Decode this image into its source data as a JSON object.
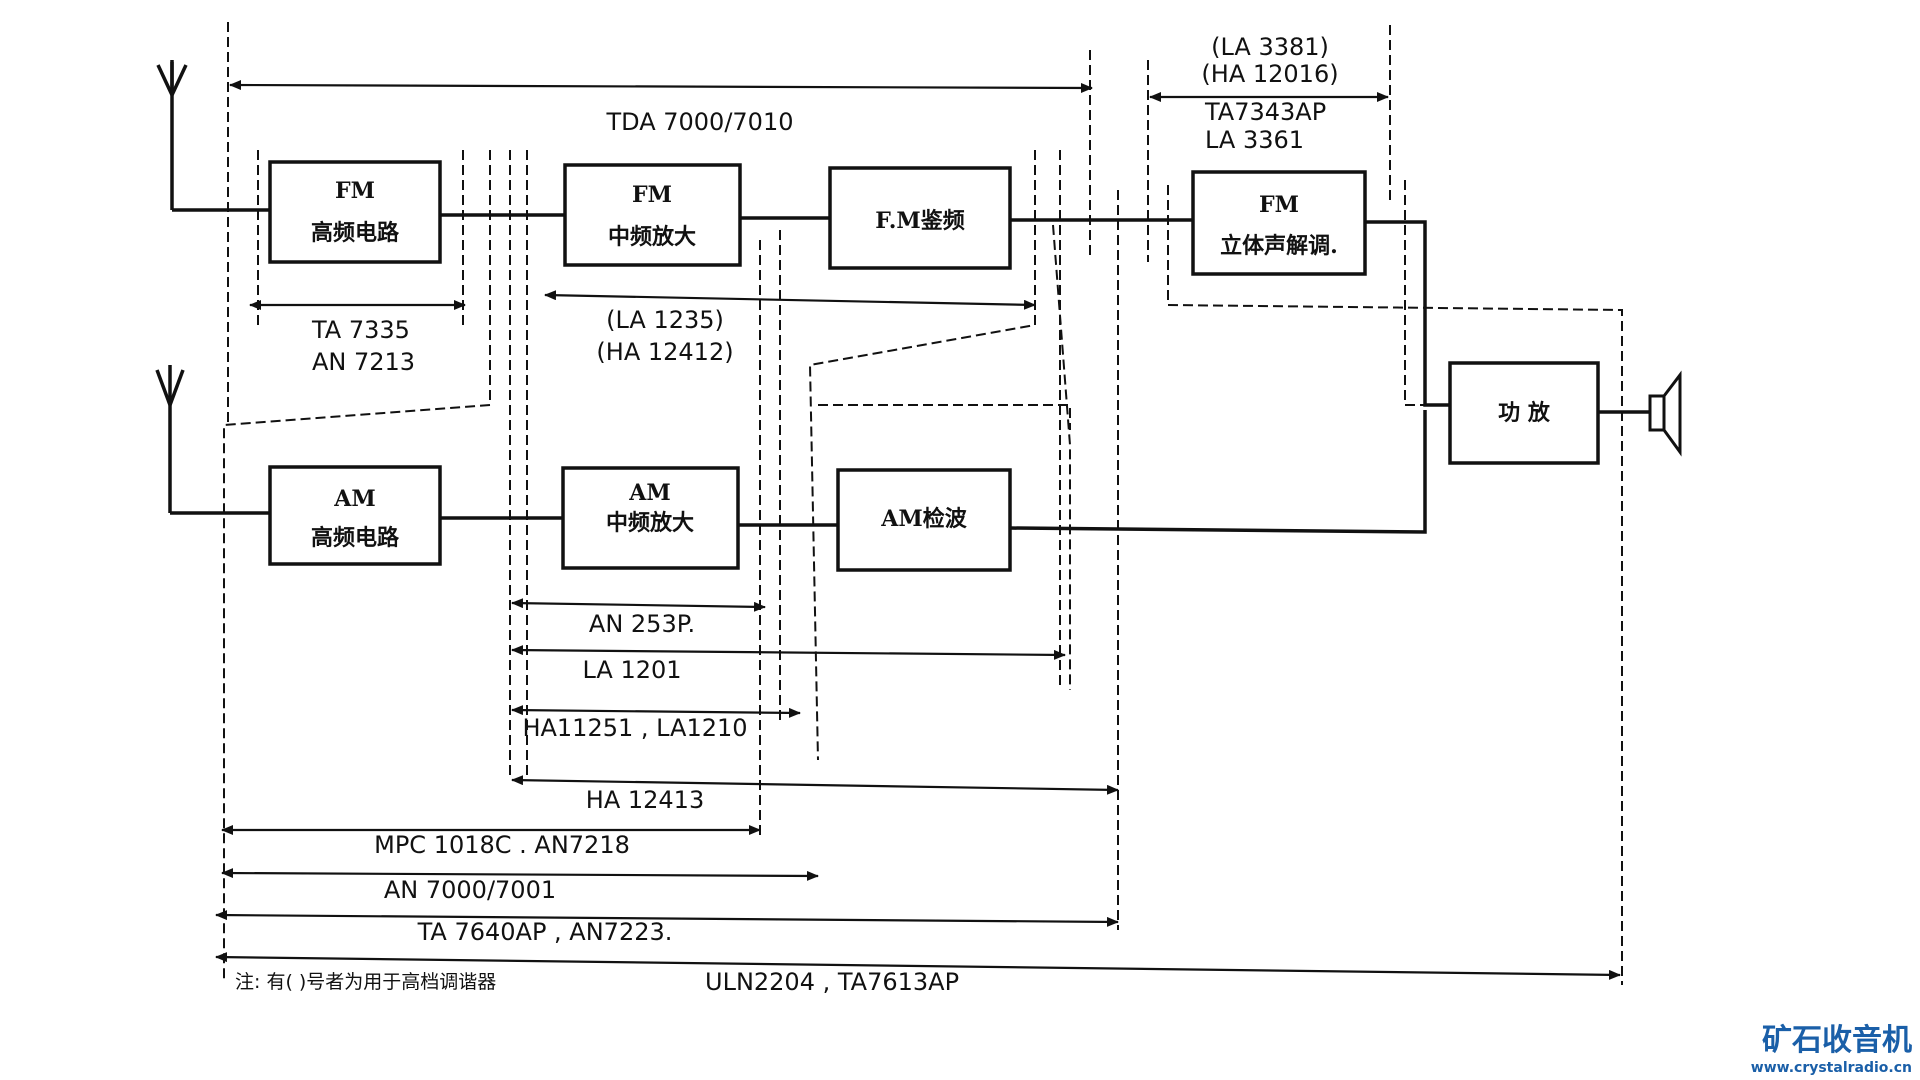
{
  "blocks": {
    "fm_rf": [
      "FM",
      "高频电路"
    ],
    "fm_if": [
      "FM",
      "中频放大"
    ],
    "fm_det": [
      "F.M鉴频"
    ],
    "fm_stereo": [
      "FM",
      "立体声解调."
    ],
    "am_rf": [
      "AM",
      "高频电路"
    ],
    "am_if": [
      "AM",
      "中频放大"
    ],
    "am_det": [
      "AM检波"
    ],
    "amp": [
      "功  放"
    ]
  },
  "chips": {
    "tda": "TDA 7000/7010",
    "la3381": "(LA 3381)",
    "ha12016": "(HA 12016)",
    "ta7343": "TA7343AP",
    "la3361": "LA 3361",
    "ta7335": "TA 7335",
    "an7213": "AN 7213",
    "la1235": "(LA 1235)",
    "ha12412": "(HA 12412)",
    "an253p": "AN 253P.",
    "la1201": "LA 1201",
    "ha11251": "HA11251 , LA1210",
    "ha12413": "HA 12413",
    "mpc1018c": "MPC  1018C . AN7218",
    "an7000": "AN 7000/7001",
    "ta7640": "TA 7640AP , AN7223.",
    "uln2204": "ULN2204 , TA7613AP"
  },
  "note": "注: 有(  )号者为用于高档调谐器",
  "watermark": {
    "text": "矿石收音机",
    "url": "www.crystalradio.cn"
  }
}
